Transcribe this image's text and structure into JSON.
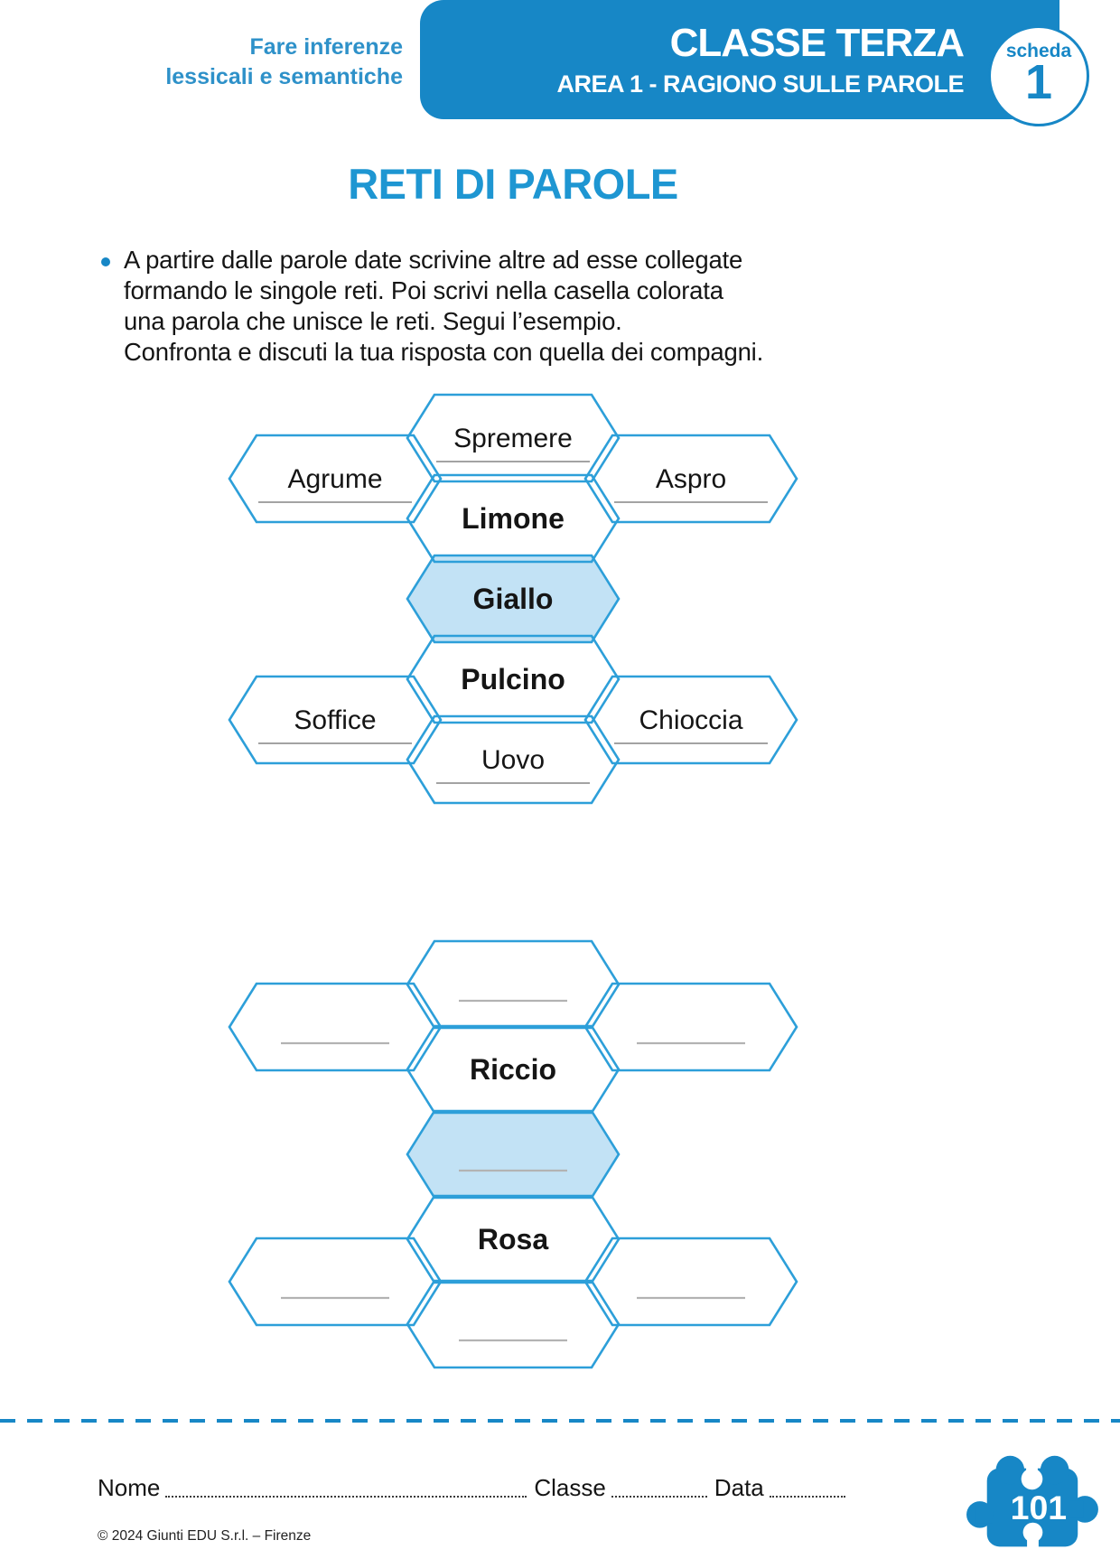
{
  "header": {
    "topic": {
      "line1": "Fare inferenze",
      "line2": "lessicali e semantiche"
    },
    "class_title": "CLASSE TERZA",
    "area_title": "AREA 1 - RAGIONO SULLE PAROLE",
    "sheet": {
      "label": "scheda",
      "number": "1"
    }
  },
  "title": "RETI DI PAROLE",
  "instructions": {
    "lines": [
      "A partire dalle parole date scrivine altre ad esse collegate",
      "formando le singole reti. Poi scrivi nella casella colorata",
      "una parola che unisce le reti. Segui l’esempio.",
      "Confronta e discuti la tua risposta con quella dei compagni."
    ]
  },
  "networks": {
    "example": {
      "top_answer": "Spremere",
      "left_top_answer": "Agrume",
      "right_top_answer": "Aspro",
      "given_center_top": "Limone",
      "link_word": "Giallo",
      "given_center_bottom": "Pulcino",
      "left_bottom_answer": "Soffice",
      "right_bottom_answer": "Chioccia",
      "bottom_answer": "Uovo"
    },
    "exercise": {
      "given_center_top": "Riccio",
      "given_center_bottom": "Rosa"
    }
  },
  "footer": {
    "fields": {
      "name": "Nome",
      "class": "Classe",
      "date": "Data"
    },
    "page_number": "101",
    "copyright": "© 2024 Giunti EDU S.r.l. – Firenze"
  },
  "colors": {
    "accent_blue": "#1787c6",
    "hexagon_border_blue": "#2d9fd9",
    "hexagon_fill_light_blue": "#c2e2f5"
  }
}
